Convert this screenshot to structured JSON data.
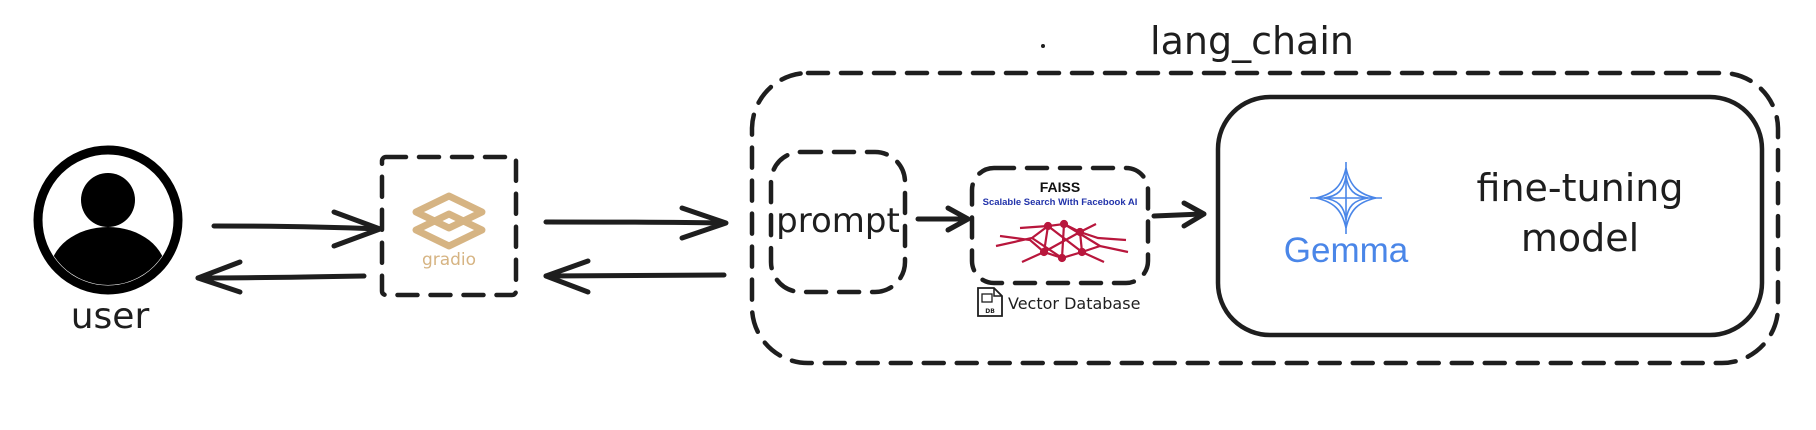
{
  "nodes": {
    "user": {
      "label": "user"
    },
    "gradio": {
      "label": "gradio"
    },
    "lang_chain": {
      "label": "lang_chain"
    },
    "prompt": {
      "label": "prompt"
    },
    "faiss": {
      "title": "FAISS",
      "subtitle": "Scalable Search With Facebook AI"
    },
    "vector_db": {
      "label": "Vector Database",
      "icon_text": "DB"
    },
    "model": {
      "brand": "Gemma",
      "label_line1": "fine-tuning",
      "label_line2": "model"
    }
  },
  "colors": {
    "stroke": "#1e1e1e",
    "gradio": "#d6b483",
    "gemma": "#4a86e8",
    "faiss_title": "#111111",
    "faiss_subtitle": "#2233aa",
    "faiss_graph": "#b8163c"
  }
}
